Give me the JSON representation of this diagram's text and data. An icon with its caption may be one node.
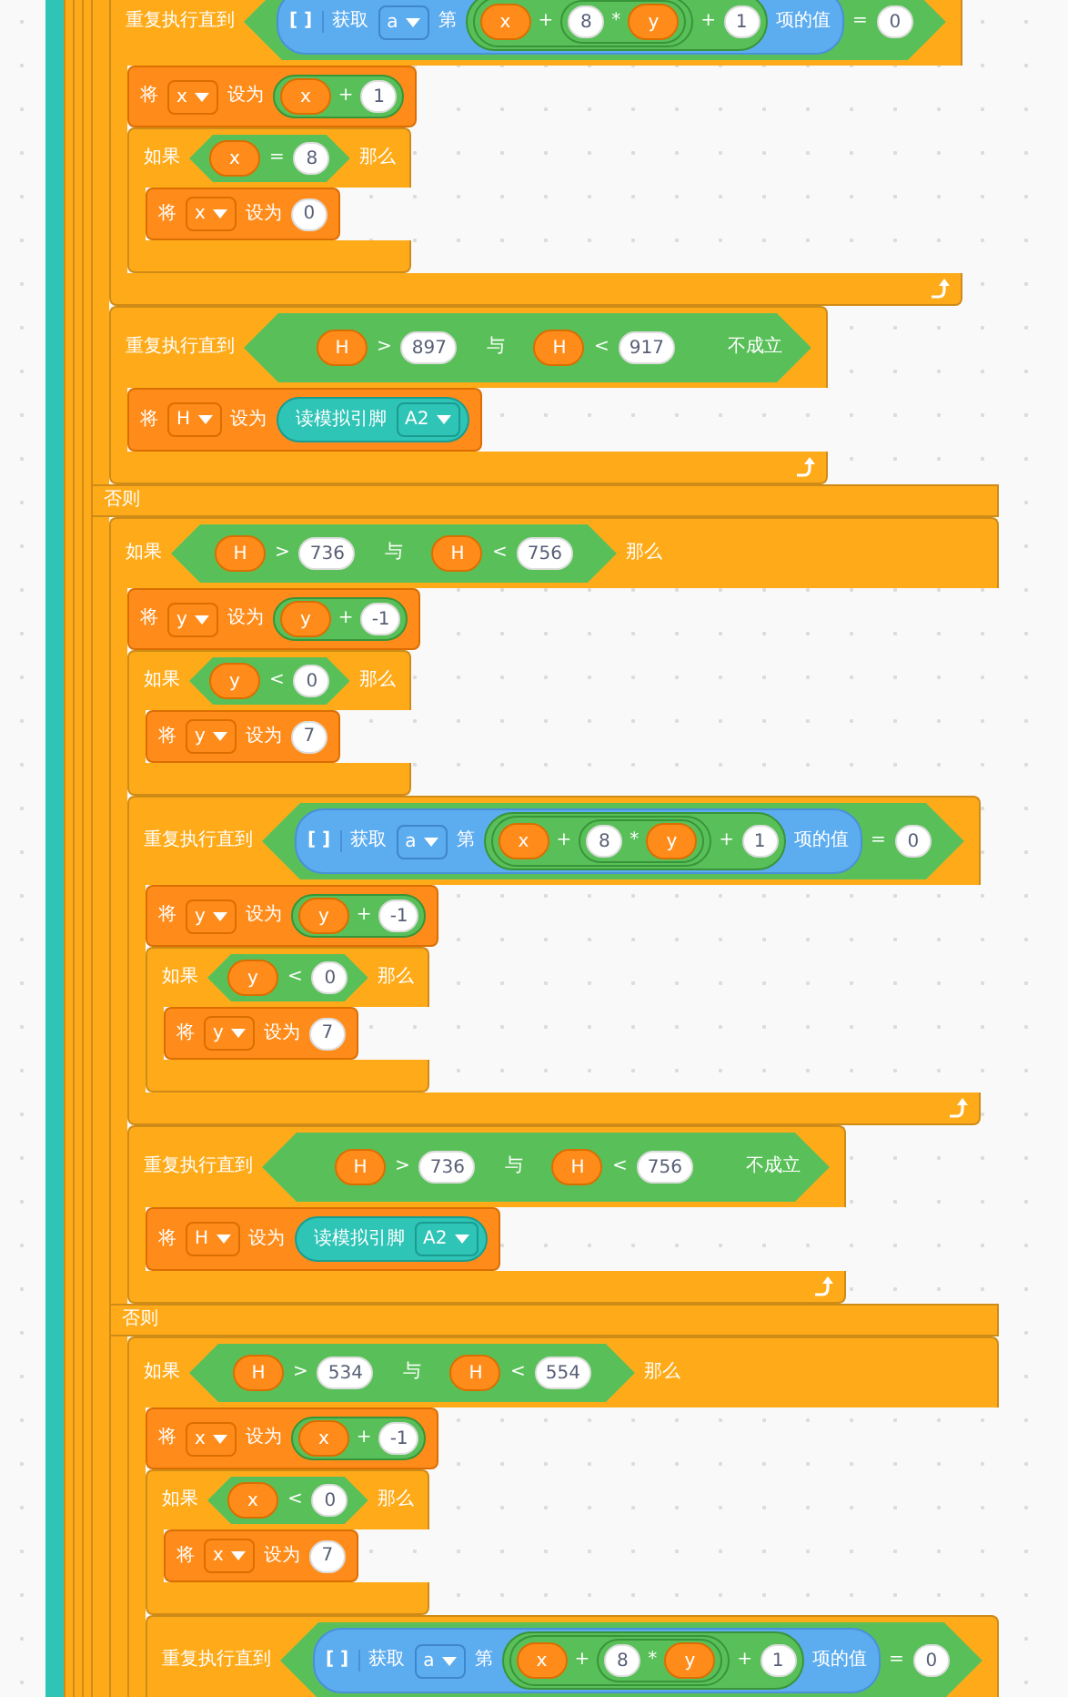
{
  "diagram": {
    "nodes": [
      {
        "text": [
          "否则"
        ]
      },
      {
        "text": [
          "重复执行直到"
        ],
        "in": 0
      },
      {
        "text": [
          "="
        ],
        "in": 1
      },
      {
        "text": [
          "[ ]",
          "获取",
          "第",
          "项的值"
        ],
        "in": 2
      },
      {
        "text": [
          "a"
        ],
        "in": 3
      },
      {
        "text": [
          "+"
        ],
        "in": 3
      },
      {
        "text": [
          "+"
        ],
        "in": 5
      },
      {
        "text": [
          "x"
        ],
        "in": 6
      },
      {
        "text": [
          "*"
        ],
        "in": 6
      },
      {
        "text": [
          "8"
        ],
        "in": 8
      },
      {
        "text": [
          "y"
        ],
        "in": 8
      },
      {
        "text": [
          "1"
        ],
        "in": 5
      },
      {
        "text": [
          "0"
        ],
        "in": 2
      },
      {
        "text": [
          "将",
          "设为"
        ],
        "in": 1
      },
      {
        "text": [
          "x"
        ],
        "in": 13
      },
      {
        "text": [
          "+"
        ],
        "in": 13
      },
      {
        "text": [
          "x"
        ],
        "in": 15
      },
      {
        "text": [
          "1"
        ],
        "in": 15
      },
      {
        "text": [
          "如果",
          "那么"
        ],
        "in": 1
      },
      {
        "text": [
          "="
        ],
        "in": 18
      },
      {
        "text": [
          "x"
        ],
        "in": 19
      },
      {
        "text": [
          "8"
        ],
        "in": 19
      },
      {
        "text": [
          "将",
          "设为"
        ],
        "in": 18
      },
      {
        "text": [
          "x"
        ],
        "in": 22
      },
      {
        "text": [
          "0"
        ],
        "in": 22
      },
      {
        "text": [
          "重复执行直到"
        ],
        "in": 0
      },
      {
        "text": [
          "不成立"
        ],
        "in": 25
      },
      {
        "text": [
          "与"
        ],
        "in": 26
      },
      {
        "text": [
          ">"
        ],
        "in": 27
      },
      {
        "text": [
          "H"
        ],
        "in": 28
      },
      {
        "text": [
          "897"
        ],
        "in": 28
      },
      {
        "text": [
          "<"
        ],
        "in": 27
      },
      {
        "text": [
          "H"
        ],
        "in": 31
      },
      {
        "text": [
          "917"
        ],
        "in": 31
      },
      {
        "text": [
          "将",
          "设为"
        ],
        "in": 25
      },
      {
        "text": [
          "H"
        ],
        "in": 34
      },
      {
        "text": [
          "读模拟引脚"
        ],
        "in": 34
      },
      {
        "text": [
          "A2"
        ],
        "in": 36
      },
      {
        "text": [
          "如果",
          "那么",
          "否则"
        ],
        "in": 0
      },
      {
        "text": [
          "与"
        ],
        "in": 38
      },
      {
        "text": [
          ">"
        ],
        "in": 39
      },
      {
        "text": [
          "H"
        ],
        "in": 40
      },
      {
        "text": [
          "736"
        ],
        "in": 40
      },
      {
        "text": [
          "<"
        ],
        "in": 39
      },
      {
        "text": [
          "H"
        ],
        "in": 43
      },
      {
        "text": [
          "756"
        ],
        "in": 43
      },
      {
        "text": [
          "将",
          "设为"
        ],
        "in": 38
      },
      {
        "text": [
          "y"
        ],
        "in": 46
      },
      {
        "text": [
          "+"
        ],
        "in": 46
      },
      {
        "text": [
          "y"
        ],
        "in": 48
      },
      {
        "text": [
          "-1"
        ],
        "in": 48
      },
      {
        "text": [
          "如果",
          "那么"
        ],
        "in": 38
      },
      {
        "text": [
          "<"
        ],
        "in": 51
      },
      {
        "text": [
          "y"
        ],
        "in": 52
      },
      {
        "text": [
          "0"
        ],
        "in": 52
      },
      {
        "text": [
          "将",
          "设为"
        ],
        "in": 51
      },
      {
        "text": [
          "y"
        ],
        "in": 55
      },
      {
        "text": [
          "7"
        ],
        "in": 55
      },
      {
        "text": [
          "重复执行直到"
        ],
        "in": 38
      },
      {
        "text": [
          "="
        ],
        "in": 58
      },
      {
        "text": [
          "[ ]",
          "获取",
          "第",
          "项的值"
        ],
        "in": 59
      },
      {
        "text": [
          "a"
        ],
        "in": 60
      },
      {
        "text": [
          "+"
        ],
        "in": 60
      },
      {
        "text": [
          "+"
        ],
        "in": 62
      },
      {
        "text": [
          "x"
        ],
        "in": 63
      },
      {
        "text": [
          "*"
        ],
        "in": 63
      },
      {
        "text": [
          "8"
        ],
        "in": 65
      },
      {
        "text": [
          "y"
        ],
        "in": 65
      },
      {
        "text": [
          "1"
        ],
        "in": 62
      },
      {
        "text": [
          "0"
        ],
        "in": 59
      },
      {
        "text": [
          "将",
          "设为"
        ],
        "in": 58
      },
      {
        "text": [
          "y"
        ],
        "in": 70
      },
      {
        "text": [
          "+"
        ],
        "in": 70
      },
      {
        "text": [
          "y"
        ],
        "in": 72
      },
      {
        "text": [
          "-1"
        ],
        "in": 72
      },
      {
        "text": [
          "如果",
          "那么"
        ],
        "in": 58
      },
      {
        "text": [
          "<"
        ],
        "in": 75
      },
      {
        "text": [
          "y"
        ],
        "in": 76
      },
      {
        "text": [
          "0"
        ],
        "in": 76
      },
      {
        "text": [
          "将",
          "设为"
        ],
        "in": 75
      },
      {
        "text": [
          "y"
        ],
        "in": 79
      },
      {
        "text": [
          "7"
        ],
        "in": 79
      },
      {
        "text": [
          "重复执行直到"
        ],
        "in": 38
      },
      {
        "text": [
          "不成立"
        ],
        "in": 82
      },
      {
        "text": [
          "与"
        ],
        "in": 83
      },
      {
        "text": [
          ">"
        ],
        "in": 84
      },
      {
        "text": [
          "H"
        ],
        "in": 85
      },
      {
        "text": [
          "736"
        ],
        "in": 85
      },
      {
        "text": [
          "<"
        ],
        "in": 84
      },
      {
        "text": [
          "H"
        ],
        "in": 88
      },
      {
        "text": [
          "756"
        ],
        "in": 88
      },
      {
        "text": [
          "将",
          "设为"
        ],
        "in": 82
      },
      {
        "text": [
          "H"
        ],
        "in": 91
      },
      {
        "text": [
          "读模拟引脚"
        ],
        "in": 91
      },
      {
        "text": [
          "A2"
        ],
        "in": 93
      },
      {
        "text": [
          "如果",
          "那么"
        ],
        "in": 38
      },
      {
        "text": [
          "与"
        ],
        "in": 95
      },
      {
        "text": [
          ">"
        ],
        "in": 96
      },
      {
        "text": [
          "H"
        ],
        "in": 97
      },
      {
        "text": [
          "534"
        ],
        "in": 97
      },
      {
        "text": [
          "<"
        ],
        "in": 96
      },
      {
        "text": [
          "H"
        ],
        "in": 100
      },
      {
        "text": [
          "554"
        ],
        "in": 100
      },
      {
        "text": [
          "将",
          "设为"
        ],
        "in": 95
      },
      {
        "text": [
          "x"
        ],
        "in": 103
      },
      {
        "text": [
          "+"
        ],
        "in": 103
      },
      {
        "text": [
          "x"
        ],
        "in": 105
      },
      {
        "text": [
          "-1"
        ],
        "in": 105
      },
      {
        "text": [
          "如果",
          "那么"
        ],
        "in": 95
      },
      {
        "text": [
          "<"
        ],
        "in": 108
      },
      {
        "text": [
          "x"
        ],
        "in": 109
      },
      {
        "text": [
          "0"
        ],
        "in": 109
      },
      {
        "text": [
          "将",
          "设为"
        ],
        "in": 108
      },
      {
        "text": [
          "x"
        ],
        "in": 112
      },
      {
        "text": [
          "7"
        ],
        "in": 112
      },
      {
        "text": [
          "重复执行直到"
        ],
        "in": 95
      },
      {
        "text": [
          "="
        ],
        "in": 115
      },
      {
        "text": [
          "[ ]",
          "获取",
          "第",
          "项的值"
        ],
        "in": 116
      },
      {
        "text": [
          "a"
        ],
        "in": 117
      },
      {
        "text": [
          "+"
        ],
        "in": 117
      },
      {
        "text": [
          "+"
        ],
        "in": 119
      },
      {
        "text": [
          "x"
        ],
        "in": 120
      },
      {
        "text": [
          "*"
        ],
        "in": 120
      },
      {
        "text": [
          "8"
        ],
        "in": 122
      },
      {
        "text": [
          "y"
        ],
        "in": 122
      },
      {
        "text": [
          "1"
        ],
        "in": 119
      },
      {
        "text": [
          "0"
        ],
        "in": 116
      }
    ]
  }
}
